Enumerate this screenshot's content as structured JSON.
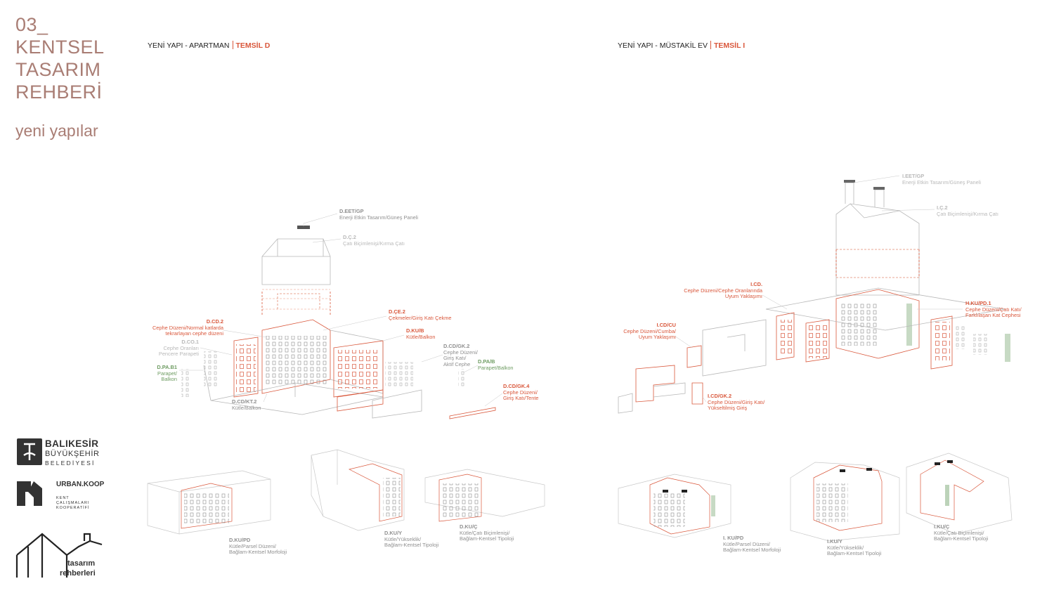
{
  "chapter": {
    "number": "03_",
    "title_line1": "KENTSEL",
    "title_line2": "TASARIM",
    "title_line3": "REHBERİ",
    "subtitle": "yeni yapılar"
  },
  "colors": {
    "accent": "#d9573b",
    "chapter": "#a97d74",
    "green": "#6e9c62",
    "line": "#b8b8b8"
  },
  "sections": [
    {
      "title": "YENİ YAPI - APARTMAN",
      "code": "TEMSİL D"
    },
    {
      "title": "YENİ YAPI - MÜSTAKİL EV",
      "code": "TEMSİL I"
    }
  ],
  "apartment_labels": [
    {
      "code": "D.EET/GP",
      "desc": "Enerji Etkin Tasarım/Güneş Paneli"
    },
    {
      "code": "D.Ç.2",
      "desc": "Çatı Biçimlenişi/Kırma Çatı"
    },
    {
      "code": "D.CD.2",
      "desc1": "Cephe Düzeni/Normal katlarda",
      "desc2": "tekrarlayan cephe düzeni"
    },
    {
      "code": "D.CO.1",
      "desc1": "Cephe Oranları",
      "desc2": "Pencere Parapeti"
    },
    {
      "code": "D.PA.B1",
      "desc1": "Parapet/",
      "desc2": "Balkon"
    },
    {
      "code": "D.ÇE.2",
      "desc": "Çekmeler/Giriş Katı Çekme"
    },
    {
      "code": "D.KU/B",
      "desc": "Kütle/Balkon"
    },
    {
      "code": "D.CD/GK.2",
      "desc1": "Cephe Düzeni/",
      "desc2": "Giriş Katı/",
      "desc3": "Aktif Cephe"
    },
    {
      "code": "D.PA/B",
      "desc": "Parapet/Balkon"
    },
    {
      "code": "D.CD/GK.4",
      "desc1": "Cephe Düzeni/",
      "desc2": "Giriş Katı/Tente"
    },
    {
      "code": "D.CD/KT.2",
      "desc": "Kütle/Balkon"
    }
  ],
  "house_labels": [
    {
      "code": "I.EET/GP",
      "desc": "Enerji Etkin Tasarım/Güneş Paneli"
    },
    {
      "code": "I.Ç.2",
      "desc": "Çatı Biçimlenişi/Kırma Çatı"
    },
    {
      "code": "I.CD.",
      "desc1": "Cephe Düzeni/Cephe Oranlarında",
      "desc2": "Uyum Yaklaşımı"
    },
    {
      "code": "I.CD/CU",
      "desc1": "Cephe Düzeni/Cumba/",
      "desc2": "Uyum Yaklaşımı"
    },
    {
      "code": "H.KU/PD.1",
      "desc1": "Cephe Düzeni/Çatı Katı/",
      "desc2": "Farklılaşan Kat Cephesi"
    },
    {
      "code": "I.CD/GK.2",
      "desc1": "Cephe Düzeni/Giriş Katı/",
      "desc2": "Yükseltilmiş Giriş"
    }
  ],
  "thumb_labels": [
    {
      "code": "D.KU/PD",
      "desc1": "Kütle/Parsel Düzeni/",
      "desc2": "Bağlam-Kentsel Morfoloji"
    },
    {
      "code": "D.KU/Y",
      "desc1": "Kütle/Yükseklik/",
      "desc2": "Bağlam-Kentsel Tipoloji"
    },
    {
      "code": "D.KU/Ç",
      "desc1": "Kütle/Çatı Biçimlenişi/",
      "desc2": "Bağlam-Kentsel Tipoloji"
    },
    {
      "code": "I. KU/PD",
      "desc1": "Kütle/Parsel Düzeni/",
      "desc2": "Bağlam-Kentsel Morfoloji"
    },
    {
      "code": "I.KU/Y",
      "desc1": "Kütle/Yükseklik/",
      "desc2": "Bağlam-Kentsel Tipoloji"
    },
    {
      "code": "I.KU/Ç",
      "desc1": "Kütle/Çatı Biçimlenişi/",
      "desc2": "Bağlam-Kentsel Tipoloji"
    }
  ],
  "logos": {
    "municipality_line1": "BALIKESİR",
    "municipality_line2": "BÜYÜKŞEHİR",
    "municipality_line3": "BELEDİYESİ",
    "urban_koop": "URBAN.KOOP",
    "urban_sub1": "KENT",
    "urban_sub2": "ÇALIŞMALARI",
    "urban_sub3": "KOOPERATİFİ",
    "tasarim1": "tasarım",
    "tasarim2": "rehberleri"
  }
}
